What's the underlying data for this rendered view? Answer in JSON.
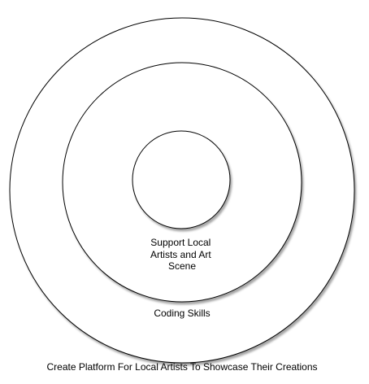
{
  "diagram": {
    "inner_label_lines": [
      "Support Local",
      "Artists and Art",
      "Scene"
    ],
    "middle_label": "Coding Skills",
    "outer_label": "Create Platform For Local Artists To Showcase Their Creations"
  }
}
